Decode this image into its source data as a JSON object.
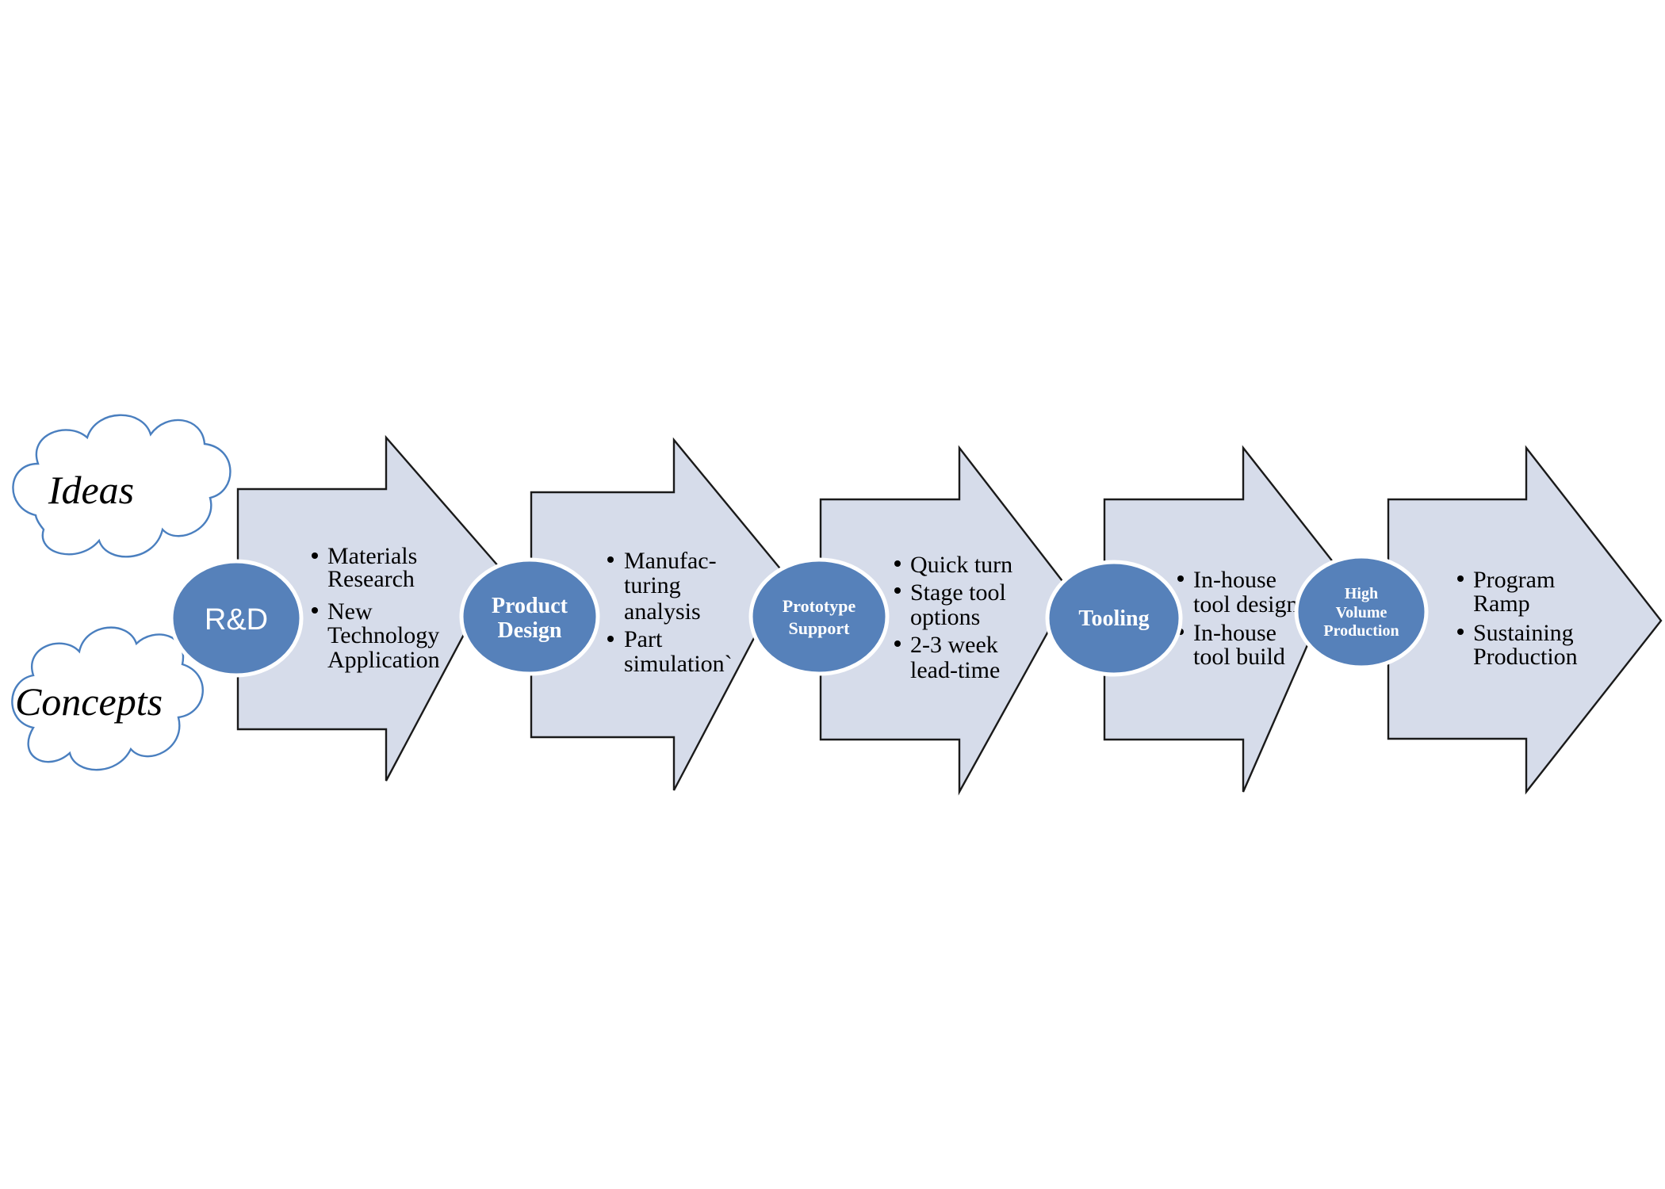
{
  "clouds": [
    {
      "label": "Ideas"
    },
    {
      "label": "Concepts"
    }
  ],
  "stages": [
    {
      "title": [
        "R&D"
      ],
      "bullets": [
        [
          "Materials",
          "Research"
        ],
        [
          "New",
          "Technology",
          "Application"
        ]
      ]
    },
    {
      "title": [
        "Product",
        "Design"
      ],
      "bullets": [
        [
          "Manufac-",
          "turing",
          "analysis"
        ],
        [
          "Part",
          "simulation`"
        ]
      ]
    },
    {
      "title": [
        "Prototype",
        "Support"
      ],
      "bullets": [
        [
          "Quick turn"
        ],
        [
          "Stage tool",
          "options"
        ],
        [
          "2-3 week",
          "lead-time"
        ]
      ]
    },
    {
      "title": [
        "Tooling"
      ],
      "bullets": [
        [
          "In-house",
          "tool design"
        ],
        [
          "In-house",
          "tool build"
        ]
      ]
    },
    {
      "title": [
        "High",
        "Volume",
        "Production"
      ],
      "bullets": [
        [
          "Program",
          "Ramp"
        ],
        [
          "Sustaining",
          "Production"
        ]
      ]
    }
  ],
  "colors": {
    "arrow_fill": "#d6dcea",
    "arrow_stroke": "#1a1a1a",
    "circle_fill": "#5681ba",
    "cloud_stroke": "#4a7fbf"
  }
}
